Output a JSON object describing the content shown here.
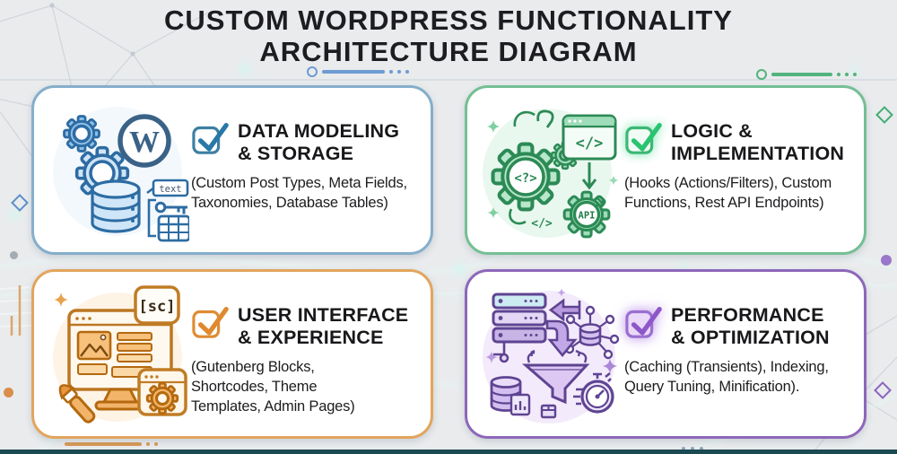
{
  "title": {
    "line1": "CUSTOM WORDPRESS FUNCTIONALITY",
    "line2": "ARCHITECTURE DIAGRAM"
  },
  "cards": [
    {
      "name": "Data Modeling & Storage",
      "heading1": "DATA MODELING",
      "heading2": "& STORAGE",
      "sub1": "(Custom Post Types, Meta Fields,",
      "sub2": "Taxonomies, Database Tables)",
      "accent": "#2878a8",
      "border": "#85aecb",
      "icon_texts": {
        "wp": "W",
        "tag": "text"
      }
    },
    {
      "name": "Logic & Implementation",
      "heading1": "LOGIC &",
      "heading2": "IMPLEMENTATION",
      "sub1": "(Hooks (Actions/Filters), Custom",
      "sub2": "Functions, Rest API Endpoints)",
      "accent": "#2cb96e",
      "border": "#74bf93",
      "icon_texts": {
        "gear_code": "<?>",
        "window_code": "</>",
        "hook_code": "</>",
        "api": "API"
      }
    },
    {
      "name": "User Interface & Experience",
      "heading1": "USER INTERFACE",
      "heading2": "& EXPERIENCE",
      "sub1": "(Gutenberg Blocks,",
      "sub2": "Shortcodes, Theme",
      "sub3": "Templates, Admin Pages)",
      "accent": "#e0892f",
      "border": "#e2a55c",
      "icon_texts": {
        "shortcode": "[sc]"
      }
    },
    {
      "name": "Performance & Optimization",
      "heading1": "PERFORMANCE",
      "heading2": "& OPTIMIZATION",
      "sub1": "(Caching (Transients), Indexing,",
      "sub2": "Query Tuning, Minification).",
      "accent": "#8e57c9",
      "border": "#8d67ba",
      "icon_texts": {}
    }
  ],
  "colors": {
    "background": "#e9ebed",
    "bottom_bar": "#1c4a53",
    "card_background": "#ffffff",
    "title_text": "#1d1d21",
    "body_text": "#1c1c1f",
    "blue_decor": "#6d9bd3",
    "green_decor": "#52b47c",
    "orange_decor": "#d99a55",
    "purple_decor": "#9a77c8"
  }
}
